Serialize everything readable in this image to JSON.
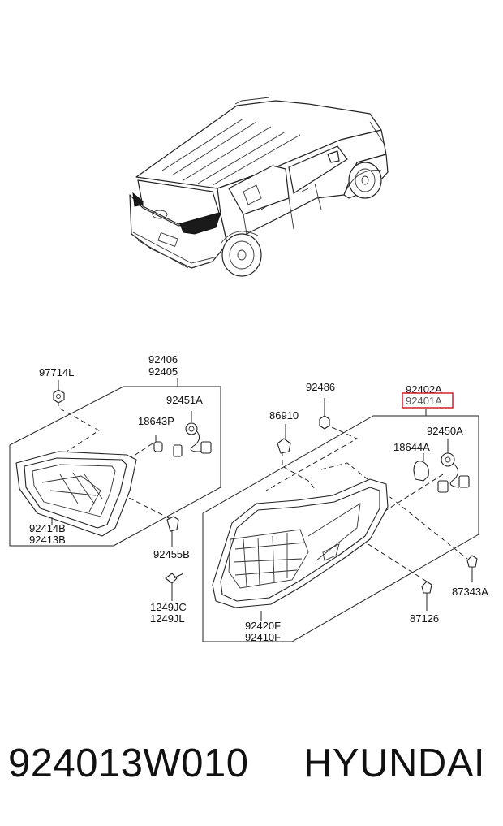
{
  "diagram": {
    "labels": {
      "l97714L": "97714L",
      "l92406": "92406",
      "l92405": "92405",
      "l92451A": "92451A",
      "l18643P": "18643P",
      "l92414B": "92414B",
      "l92413B": "92413B",
      "l92455B": "92455B",
      "l1249JC": "1249JC",
      "l1249JL": "1249JL",
      "l92486": "92486",
      "l86910": "86910",
      "l92402A": "92402A",
      "l92401A": "92401A",
      "l92450A": "92450A",
      "l18644A": "18644A",
      "l87343A": "87343A",
      "l87126": "87126",
      "l92420F": "92420F",
      "l92410F": "92410F"
    },
    "highlight_color": "#d0202a"
  },
  "footer": {
    "part_number": "924013W010",
    "brand": "HYUNDAI"
  }
}
